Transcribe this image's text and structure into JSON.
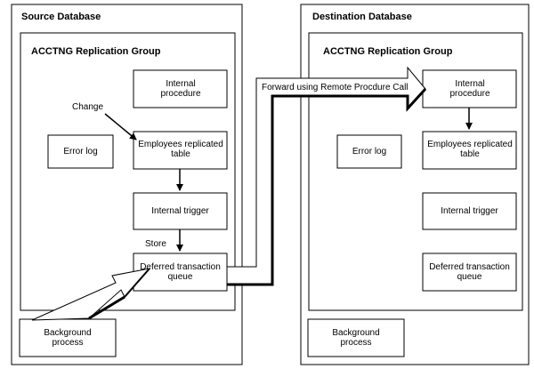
{
  "source": {
    "title": "Source Database",
    "group_title": "ACCTNG Replication Group",
    "internal_procedure": "Internal procedure",
    "change_label": "Change",
    "error_log": "Error log",
    "employees_table": "Employees replicated table",
    "internal_trigger": "Internal trigger",
    "store_label": "Store",
    "deferred_queue": "Deferred transaction queue",
    "background_process": "Background process"
  },
  "destination": {
    "title": "Destination Database",
    "group_title": "ACCTNG Replication Group",
    "internal_procedure": "Internal procedure",
    "error_log": "Error log",
    "employees_table": "Employees replicated table",
    "internal_trigger": "Internal trigger",
    "deferred_queue": "Deferred transaction queue",
    "background_process": "Background process"
  },
  "forward_label": "Forward using Remote Procdure Call"
}
